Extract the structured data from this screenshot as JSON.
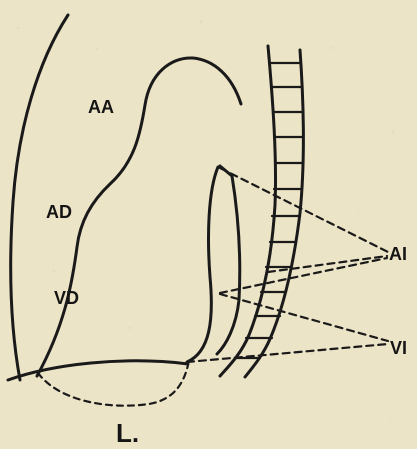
{
  "labels": {
    "aa": "AA",
    "ad": "AD",
    "vd": "VD",
    "ai": "AI",
    "vi": "VI"
  },
  "caption": "L.",
  "colors": {
    "paper": "#ece4c7",
    "ink": "#1a1a1a"
  }
}
